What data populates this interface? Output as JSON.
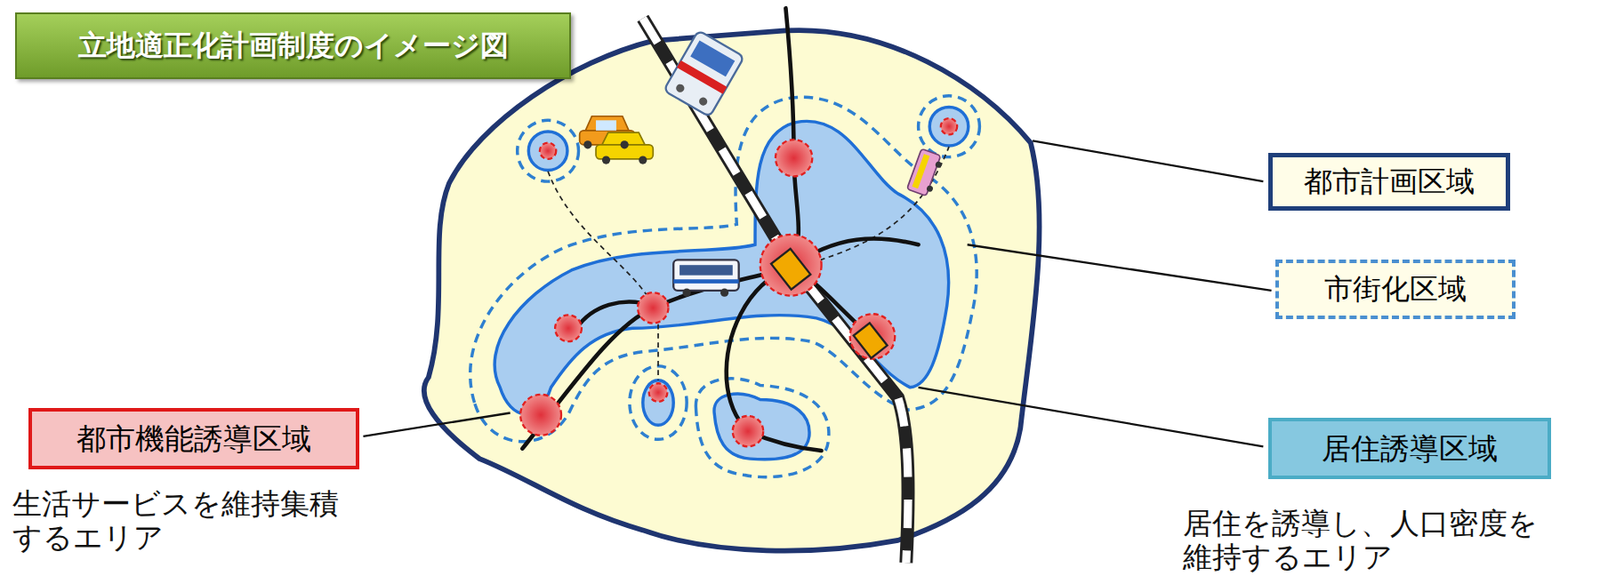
{
  "diagram": {
    "title": "立地適正化計画制度のイメージ図",
    "nodes": [
      {
        "text": [
          "都市計画区域"
        ]
      },
      {
        "text": [
          "市街化区域"
        ]
      },
      {
        "text": [
          "都市機能誘導区域",
          "生活サービスを維持集積 するエリア"
        ]
      },
      {
        "text": [
          "居住誘導区域",
          "居住を誘導し、人口密度を 維持するエリア"
        ]
      }
    ]
  }
}
